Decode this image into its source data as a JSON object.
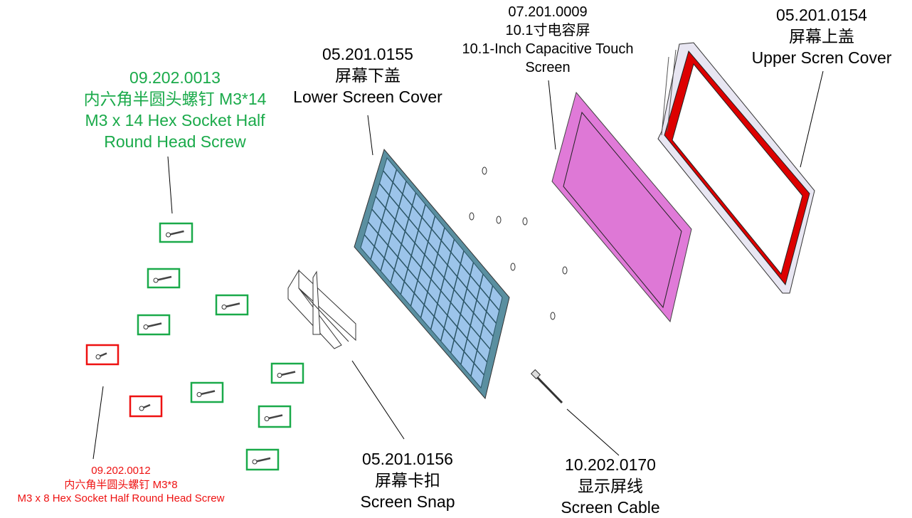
{
  "labels": {
    "screw_m3x14": {
      "code": "09.202.0013",
      "cn": "内六角半圆头螺钉 M3*14",
      "en1": "M3 x 14 Hex Socket Half",
      "en2": "Round Head Screw"
    },
    "screw_m3x8": {
      "code": "09.202.0012",
      "cn": "内六角半圆头螺钉 M3*8",
      "en": "M3 x 8 Hex Socket Half Round Head Screw"
    },
    "lower_cover": {
      "code": "05.201.0155",
      "cn": "屏幕下盖",
      "en": "Lower Screen Cover"
    },
    "touch_screen": {
      "code": "07.201.0009",
      "cn": "10.1寸电容屏",
      "en1": "10.1-Inch Capacitive Touch",
      "en2": "Screen"
    },
    "upper_cover": {
      "code": "05.201.0154",
      "cn": "屏幕上盖",
      "en": "Upper Scren Cover"
    },
    "screen_snap": {
      "code": "05.201.0156",
      "cn": "屏幕卡扣",
      "en": "Screen Snap"
    },
    "screen_cable": {
      "code": "10.202.0170",
      "cn": "显示屏线",
      "en": "Screen Cable"
    }
  },
  "colors": {
    "green": "#1aaa4a",
    "red": "#ee1111",
    "blue_part": "#9cc4ea",
    "magenta_part": "#e07ad8",
    "frame_red": "#dd0000"
  }
}
